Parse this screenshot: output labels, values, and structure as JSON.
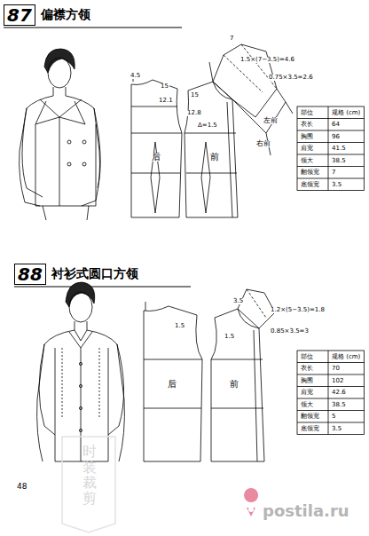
{
  "diagram": {
    "nodes": [
      {
        "text": [
          "87",
          "偏襟方领"
        ]
      },
      {
        "text": [
          "88",
          "衬衫式圆口方领"
        ]
      }
    ],
    "labels": [
      "4.5",
      "15",
      "12.1",
      "12.8",
      "15",
      "7",
      "1.5×(7−3.5)=4.6",
      "0.75×3.5=2.6",
      "Δ=1.5",
      "后",
      "前",
      "右前",
      "左前",
      "部位",
      "规格 (cm)",
      "衣长",
      "64",
      "胸围",
      "96",
      "肩宽",
      "41.5",
      "领大",
      "38.5",
      "翻领宽",
      "7",
      "底领宽",
      "3.5",
      "3.5",
      "1.5",
      "1.2×(5−3.5)=1.8",
      "0.85×3.5=3",
      "1.5",
      "后",
      "前",
      "部位",
      "规格 (cm)",
      "衣长",
      "70",
      "胸围",
      "102",
      "肩宽",
      "42.6",
      "领大",
      "38.5",
      "翻领宽",
      "5",
      "底领宽",
      "3.5",
      "48",
      "时装裁剪",
      "postila.ru"
    ]
  }
}
